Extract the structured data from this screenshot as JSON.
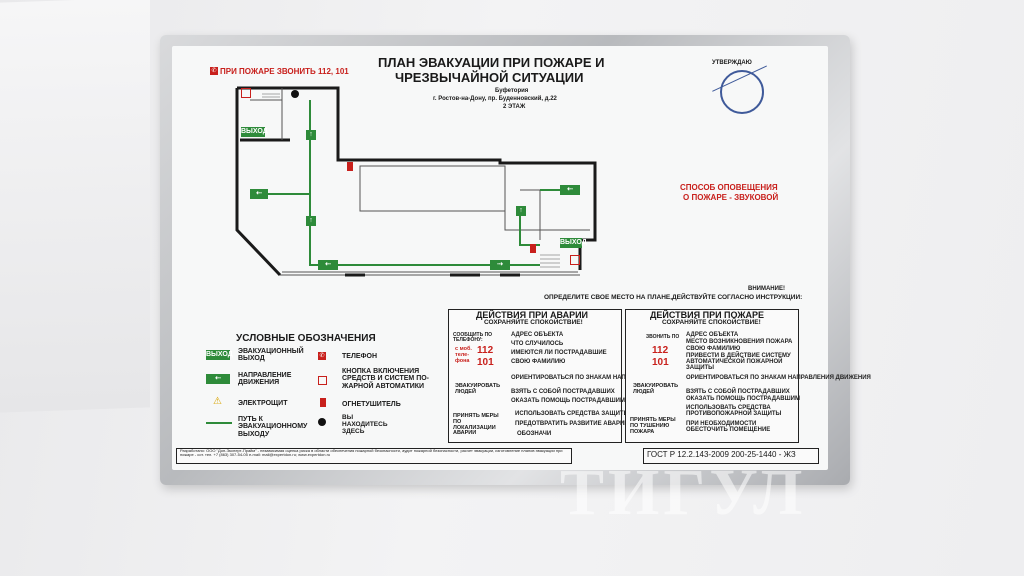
{
  "title_line1": "ПЛАН ЭВАКУАЦИИ ПРИ ПОЖАРЕ И",
  "title_line2": "ЧРЕЗВЫЧАЙНОЙ СИТУАЦИИ",
  "place": "Буфетория",
  "address": "г. Ростов-на-Дону, пр. Буденновский, д.22",
  "floor": "2 ЭТАЖ",
  "call": "ПРИ ПОЖАРЕ ЗВОНИТЬ 112, 101",
  "approve": "УТВЕРЖДАЮ",
  "notify_line1": "СПОСОБ ОПОВЕЩЕНИЯ",
  "notify_line2": "О ПОЖАРЕ - ЗВУКОВОЙ",
  "attention": "ВНИМАНИЕ!",
  "instruction": "ОПРЕДЕЛИТЕ СВОЕ МЕСТО НА ПЛАНЕ,ДЕЙСТВУЙТЕ СОГЛАСНО ИНСТРУКЦИИ:",
  "legend": {
    "title": "УСЛОВНЫЕ ОБОЗНАЧЕНИЯ",
    "exit_badge": "ВЫХОД",
    "exit": "ЭВАКУАЦИОННЫЙ ВЫХОД",
    "direction": "НАПРАВЛЕНИЕ ДВИЖЕНИЯ",
    "shield": "ЭЛЕКТРОЩИТ",
    "path": "ПУТЬ К ЭВАКУАЦИОННОМУ ВЫХОДУ",
    "phone": "ТЕЛЕФОН",
    "button": "КНОПКА ВКЛЮЧЕНИЯ СРЕДСТВ И СИСТЕМ ПО-ЖАРНОЙ АВТОМАТИКИ",
    "extinguisher": "ОГНЕТУШИТЕЛЬ",
    "here": "ВЫ НАХОДИТЕСЬ ЗДЕСЬ"
  },
  "accident": {
    "title": "ДЕЙСТВИЯ ПРИ АВАРИИ",
    "sub": "СОХРАНЯЙТЕ СПОКОЙСТВИЕ!",
    "report": "СООБЩИТЬ ПО ТЕЛЕФОНУ:",
    "mob": "с моб. теле-фона",
    "n112": "112",
    "n101": "101",
    "items1": [
      "АДРЕС ОБЪЕКТА",
      "ЧТО СЛУЧИЛОСЬ",
      "ИМЕЮТСЯ ЛИ ПОСТРАДАВШИЕ",
      "СВОЮ ФАМИЛИЮ"
    ],
    "evac": "ЭВАКУИРОВАТЬ ЛЮДЕЙ",
    "items2": [
      "ОРИЕНТИРОВАТЬСЯ ПО ЗНАКАМ НАПРАВЛЕНИЯ ДВИЖЕНИЯ",
      "ВЗЯТЬ С СОБОЙ ПОСТРАДАВШИХ",
      "ОКАЗАТЬ ПОМОЩЬ ПОСТРАДАВШИМ"
    ],
    "measures": "ПРИНЯТЬ МЕРЫ ПО ЛОКАЛИЗАЦИИ АВАРИИ",
    "items3": [
      "ИСПОЛЬЗОВАТЬ СРЕДСТВА ЗАЩИТЫ",
      "ПРЕДОТВРАТИТЬ РАЗВИТИЕ АВАРИИ"
    ],
    "tail": "ОБОЗНАЧИ"
  },
  "fire": {
    "title": "ДЕЙСТВИЯ ПРИ ПОЖАРЕ",
    "sub": "СОХРАНЯЙТЕ СПОКОЙСТВИЕ!",
    "report": "ЗВОНИТЬ ПО",
    "n112": "112",
    "n101": "101",
    "items1": [
      "АДРЕС ОБЪЕКТА",
      "МЕСТО ВОЗНИКНОВЕНИЯ ПОЖАРА",
      "СВОЮ ФАМИЛИЮ",
      "ПРИВЕСТИ В ДЕЙСТВИЕ СИСТЕМУ АВТОМАТИЧЕСКОЙ ПОЖАРНОЙ ЗАЩИТЫ"
    ],
    "evac": "ЭВАКУИРОВАТЬ ЛЮДЕЙ",
    "items2": [
      "ОРИЕНТИРОВАТЬСЯ ПО ЗНАКАМ НАПРАВЛЕНИЯ ДВИЖЕНИЯ",
      "ВЗЯТЬ С СОБОЙ ПОСТРАДАВШИХ",
      "ОКАЗАТЬ ПОМОЩЬ ПОСТРАДАВШИМ"
    ],
    "measures": "ПРИНЯТЬ МЕРЫ ПО ТУШЕНИЮ ПОЖАРА",
    "items3": [
      "ИСПОЛЬЗОВАТЬ СРЕДСТВА ПРОТИВОПОЖАРНОЙ ЗАЩИТЫ",
      "ПРИ НЕОБХОДИМОСТИ ОБЕСТОЧИТЬ ПОМЕЩЕНИЕ"
    ]
  },
  "developer": "Разработано: ООО \"Дон-Эксперт-Прайм\" - независимая оценка риска в области обеспечения пожарной безопасности, аудит пожарной безопасности, расчет эвакуации, изготовление планов эвакуации при пожаре - сот. тел. +7 (863) 307-54-05 e-mail: mail@expertdon.ru; www.expertdon.ru",
  "gost": "ГОСТ Р 12.2.143-2009 200-25-1440 - ЖЗ",
  "exit_label": "ВЫХОД",
  "exit_label2": "ВЫХОД",
  "watermark": "ТИГУЛ",
  "colors": {
    "green": "#2e8b3a",
    "red": "#c8201c",
    "wall": "#1a1a1a"
  }
}
